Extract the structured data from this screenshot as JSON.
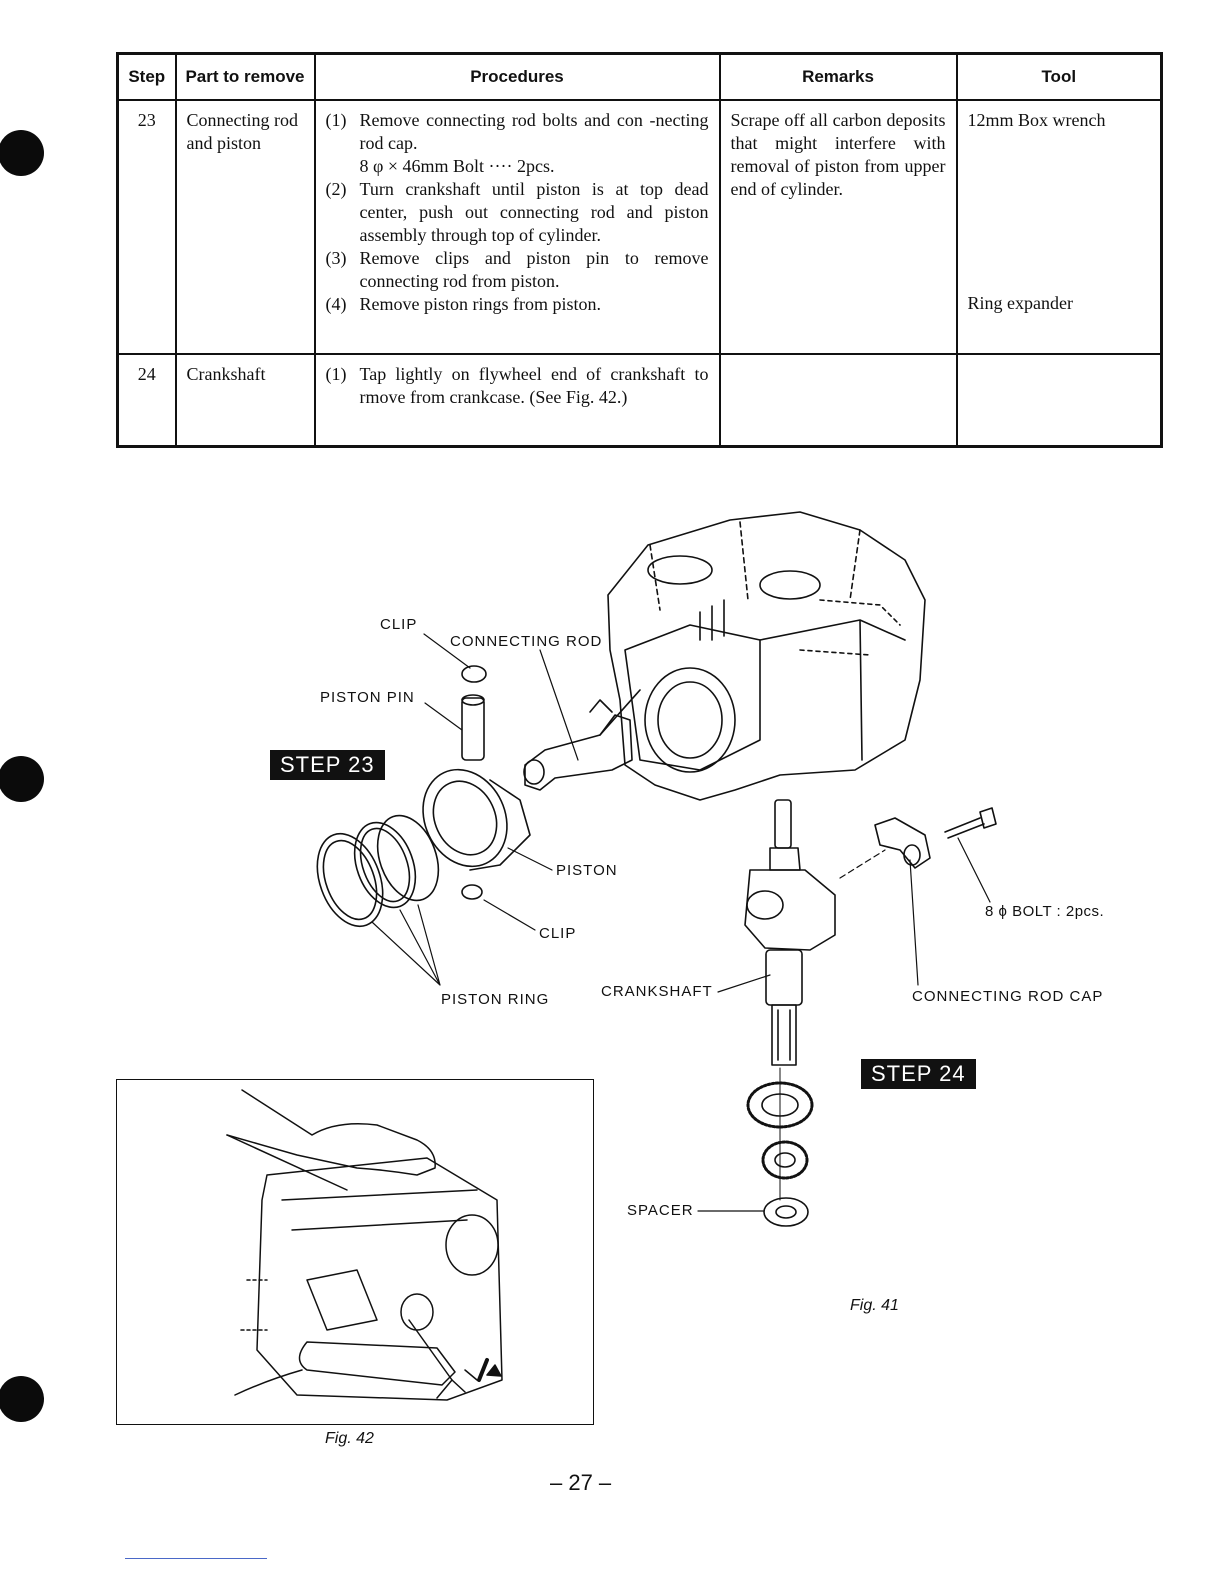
{
  "table": {
    "headers": [
      "Step",
      "Part to remove",
      "Procedures",
      "Remarks",
      "Tool"
    ],
    "rows": [
      {
        "step": "23",
        "part": "Connecting rod and piston",
        "procedures": [
          {
            "n": "(1)",
            "text": "Remove connecting rod bolts and con -necting rod cap."
          },
          {
            "n": "",
            "text": "8 φ × 46mm Bolt ···· 2pcs."
          },
          {
            "n": "(2)",
            "text": "Turn crankshaft until piston is at top dead center, push out connecting rod and piston assembly through top of cylinder."
          },
          {
            "n": "(3)",
            "text": "Remove clips and piston pin to remove connecting rod from piston."
          },
          {
            "n": "(4)",
            "text": "Remove piston rings from piston."
          }
        ],
        "remarks": "Scrape off all carbon deposits that might interfere with removal of piston from upper end of cylinder.",
        "tool": "12mm Box wrench",
        "tool2": "Ring expander"
      },
      {
        "step": "24",
        "part": "Crankshaft",
        "procedures": [
          {
            "n": "(1)",
            "text": "Tap lightly on flywheel end of crankshaft to rmove from crankcase. (See Fig. 42.)"
          }
        ],
        "remarks": "",
        "tool": "",
        "tool2": ""
      }
    ]
  },
  "diagram": {
    "labels": {
      "clip_top": "CLIP",
      "connecting_rod": "CONNECTING ROD",
      "piston_pin": "PISTON PIN",
      "piston": "PISTON",
      "clip_bottom": "CLIP",
      "piston_ring": "PISTON RING",
      "crankshaft": "CRANKSHAFT",
      "bolt": "8 ϕ BOLT : 2pcs.",
      "connecting_rod_cap": "CONNECTING ROD CAP",
      "spacer": "SPACER"
    },
    "step23": "STEP 23",
    "step24": "STEP 24",
    "fig41": "Fig. 41",
    "fig42": "Fig. 42"
  },
  "page_number": "– 27 –"
}
